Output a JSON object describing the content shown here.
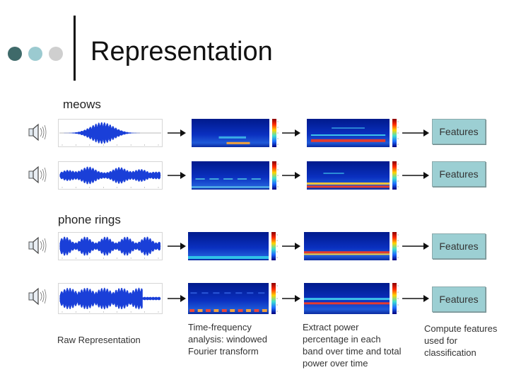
{
  "title": "Representation",
  "colors": {
    "dot1": "#3f6a6a",
    "dot2": "#9bcad0",
    "dot3": "#cfcfcf",
    "feature_box": "#9ccfd3",
    "waveform": "#1a3fd8"
  },
  "sections": {
    "meows": "meows",
    "phone_rings": "phone rings"
  },
  "rows": [
    {
      "icon": "speaker-icon",
      "feature_label": "Features"
    },
    {
      "icon": "speaker-icon",
      "feature_label": "Features"
    },
    {
      "icon": "speaker-icon",
      "feature_label": "Features"
    },
    {
      "icon": "speaker-icon",
      "feature_label": "Features"
    }
  ],
  "captions": {
    "raw": "Raw Representation",
    "tf": "Time-frequency analysis: windowed Fourier transform",
    "power": "Extract power percentage in each band over time and total power over time",
    "features": "Compute features used for classification"
  }
}
